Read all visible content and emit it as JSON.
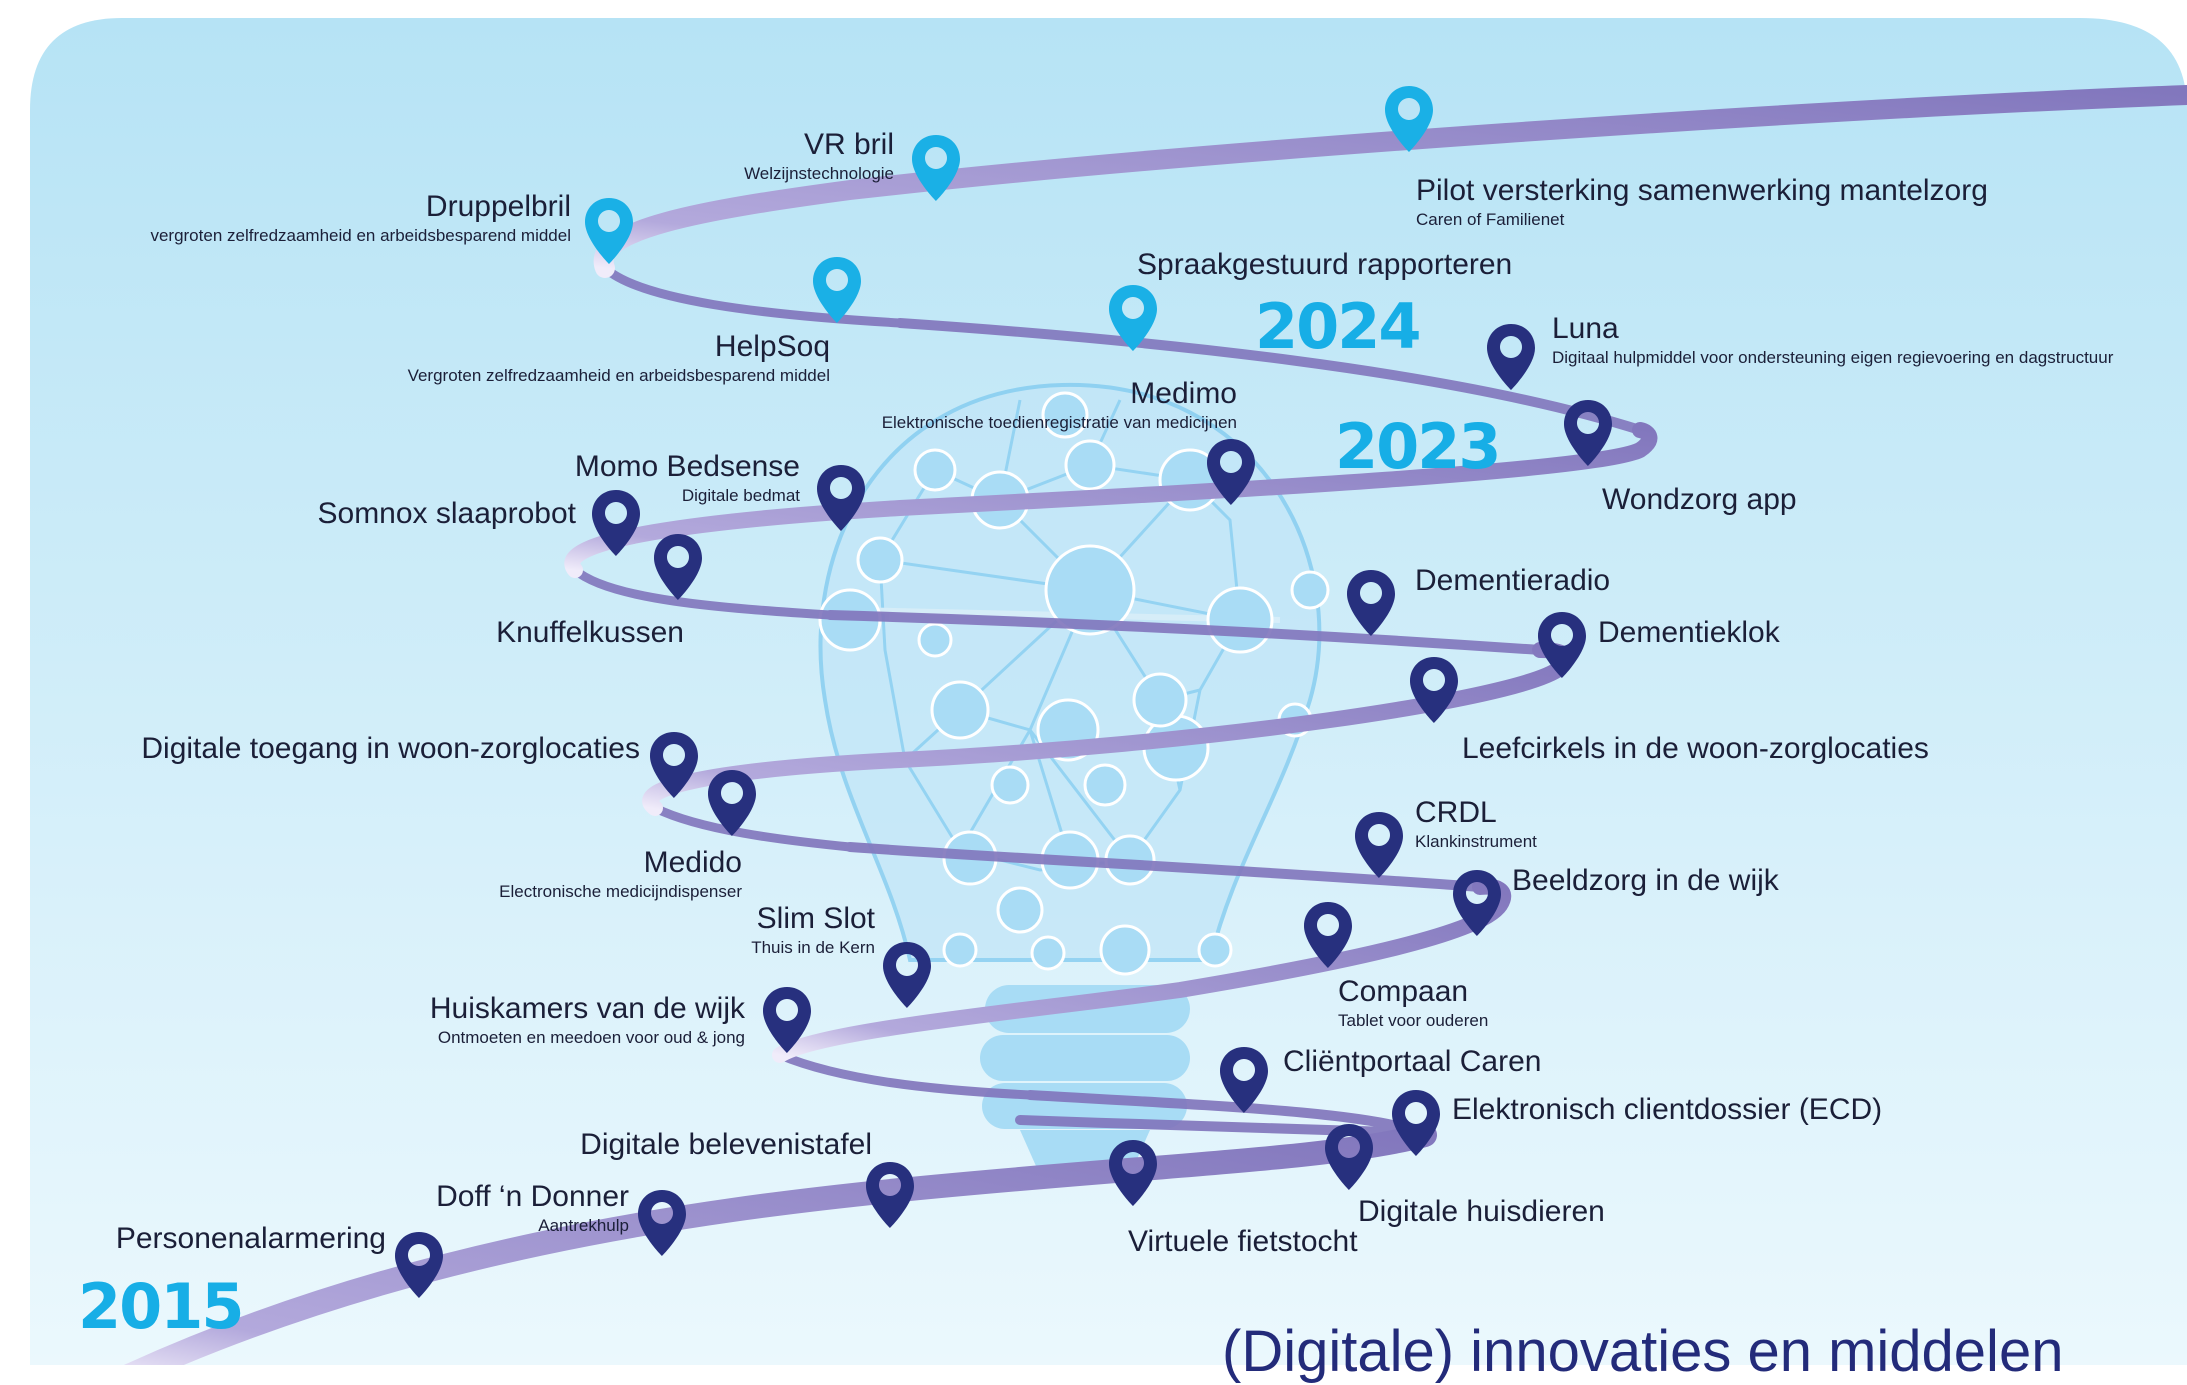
{
  "heading": "(Digitale) innovaties en middelen",
  "years": {
    "y2015": "2015",
    "y2023": "2023",
    "y2024": "2024"
  },
  "colors": {
    "light_pin": "#1ab0e6",
    "dark_pin": "#27307e",
    "ribbon": "#8a7fc0",
    "year": "#17aee6",
    "background_top": "#b6e3f5",
    "background_bottom": "#ebf8fd"
  },
  "items": {
    "personenalarmering": {
      "title": "Personenalarmering"
    },
    "doff_n_donner": {
      "title": "Doff ‘n Donner",
      "subtitle": "Aantrekhulp"
    },
    "digitale_belevenistafel": {
      "title": "Digitale belevenistafel"
    },
    "virtuele_fietstocht": {
      "title": "Virtuele fietstocht"
    },
    "digitale_huisdieren": {
      "title": "Digitale huisdieren"
    },
    "ecd": {
      "title": "Elektronisch clientdossier (ECD)"
    },
    "clientportaal_caren": {
      "title": "Cliëntportaal Caren"
    },
    "huiskamers": {
      "title": "Huiskamers van de wijk",
      "subtitle": "Ontmoeten en meedoen voor oud & jong"
    },
    "slim_slot": {
      "title": "Slim Slot",
      "subtitle": "Thuis in de Kern"
    },
    "compaan": {
      "title": "Compaan",
      "subtitle": "Tablet voor ouderen"
    },
    "beeldzorg": {
      "title": "Beeldzorg in de wijk"
    },
    "crdl": {
      "title": "CRDL",
      "subtitle": "Klankinstrument"
    },
    "medido": {
      "title": "Medido",
      "subtitle": "Electronische medicijndispenser"
    },
    "digitale_toegang": {
      "title": "Digitale toegang in woon-zorglocaties"
    },
    "leefcirkels": {
      "title": "Leefcirkels in de woon-zorglocaties"
    },
    "dementieklok": {
      "title": "Dementieklok"
    },
    "dementieradio": {
      "title": "Dementieradio"
    },
    "knuffelkussen": {
      "title": "Knuffelkussen"
    },
    "somnox": {
      "title": "Somnox slaaprobot"
    },
    "momo": {
      "title": "Momo Bedsense",
      "subtitle": "Digitale bedmat"
    },
    "medimo": {
      "title": "Medimo",
      "subtitle": "Elektronische toedienregistratie van medicijnen"
    },
    "wondzorg": {
      "title": "Wondzorg app"
    },
    "luna": {
      "title": "Luna",
      "subtitle": "Digitaal hulpmiddel voor ondersteuning eigen regievoering en dagstructuur"
    },
    "spraak": {
      "title": "Spraakgestuurd rapporteren"
    },
    "helpsoq": {
      "title": "HelpSoq",
      "subtitle": "Vergroten zelfredzaamheid en arbeidsbesparend middel"
    },
    "druppelbril": {
      "title": "Druppelbril",
      "subtitle": "vergroten zelfredzaamheid en arbeidsbesparend middel"
    },
    "vr_bril": {
      "title": "VR bril",
      "subtitle": "Welzijnstechnologie"
    },
    "pilot": {
      "title": "Pilot versterking samenwerking mantelzorg",
      "subtitle": "Caren of Familienet"
    }
  }
}
